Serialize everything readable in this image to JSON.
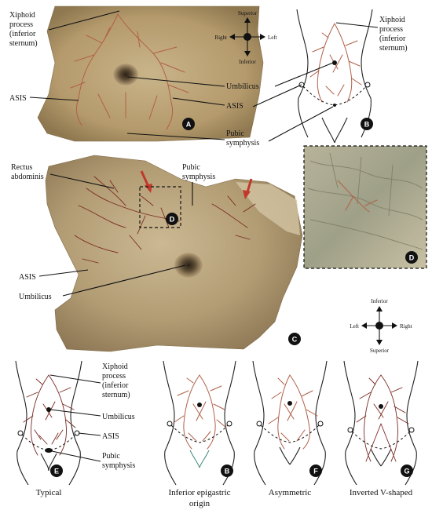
{
  "panelA": {
    "badge": "A",
    "labels": {
      "xiphoid_1": "Xiphoid",
      "xiphoid_2": "process",
      "xiphoid_3": "(inferior",
      "xiphoid_4": "sternum)",
      "asis_left": "ASIS",
      "umbilicus": "Umbilicus",
      "asis_right": "ASIS",
      "pubic_1": "Pubic",
      "pubic_2": "symphysis"
    }
  },
  "compass_top": {
    "superior": "Superior",
    "inferior": "Inferior",
    "right": "Right",
    "left": "Left"
  },
  "panelB": {
    "badge": "B",
    "labels": {
      "xiphoid_1": "Xiphoid",
      "xiphoid_2": "process",
      "xiphoid_3": "(inferior",
      "xiphoid_4": "sternum)"
    }
  },
  "panelC": {
    "badge": "C",
    "inset_badge": "D",
    "labels": {
      "rectus_1": "Rectus",
      "rectus_2": "abdominis",
      "pubic_1": "Pubic",
      "pubic_2": "symphysis",
      "asis": "ASIS",
      "umbilicus": "Umbilicus"
    }
  },
  "panelD": {
    "badge": "D"
  },
  "compass_bottom": {
    "inferior": "Inferior",
    "superior": "Superior",
    "left": "Left",
    "right": "Right"
  },
  "panelE": {
    "badge": "E",
    "caption": "Typical",
    "labels": {
      "xiphoid_1": "Xiphoid",
      "xiphoid_2": "process",
      "xiphoid_3": "(inferior",
      "xiphoid_4": "sternum)",
      "umbilicus": "Umbilicus",
      "asis": "ASIS",
      "pubic_1": "Pubic",
      "pubic_2": "symphysis"
    }
  },
  "panelB2": {
    "badge": "B",
    "caption_1": "Inferior epigastric",
    "caption_2": "origin"
  },
  "panelF": {
    "badge": "F",
    "caption": "Asymmetric"
  },
  "panelG": {
    "badge": "G",
    "caption": "Inverted V-shaped"
  },
  "colors": {
    "tissue": "#b9a27a",
    "tissue_dark": "#8c7650",
    "vessel": "#7a2a22",
    "arrow": "#c0392b"
  }
}
